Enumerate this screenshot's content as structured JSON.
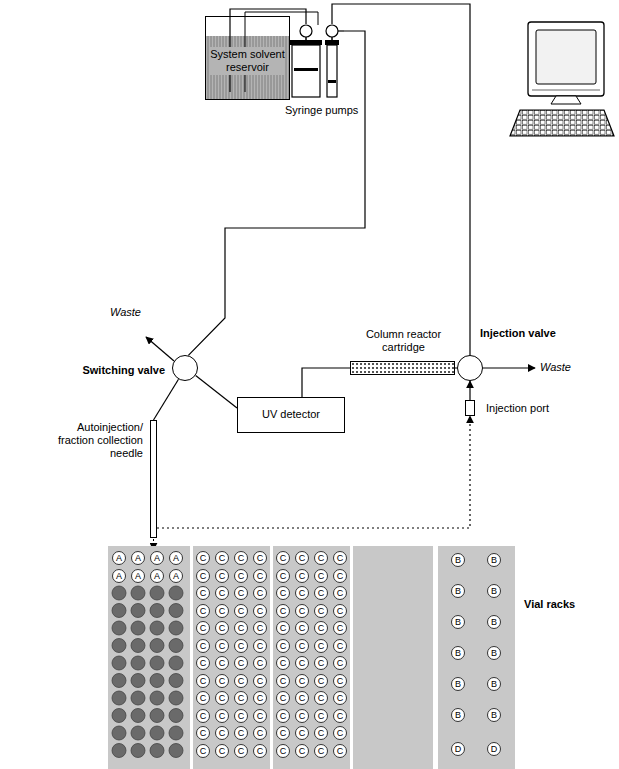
{
  "diagram": {
    "nodes": [
      {
        "text": [
          "System solvent reservoir"
        ]
      },
      {
        "text": [
          "Syringe pumps"
        ]
      },
      {
        "text": [
          "Switching valve"
        ]
      },
      {
        "text": [
          "UV detector"
        ]
      },
      {
        "text": [
          "Column reactor cartridge"
        ]
      },
      {
        "text": [
          "Injection valve"
        ]
      },
      {
        "text": [
          "Injection port"
        ]
      },
      {
        "text": [
          "Autoinjection/ fraction collection needle"
        ]
      },
      {
        "text": [
          "A"
        ]
      },
      {
        "text": [
          "A"
        ]
      },
      {
        "text": [
          "A"
        ]
      },
      {
        "text": [
          "A"
        ]
      },
      {
        "text": [
          "A"
        ]
      },
      {
        "text": [
          "A"
        ]
      },
      {
        "text": [
          "A"
        ]
      },
      {
        "text": [
          "A"
        ]
      },
      {
        "text": [
          "C"
        ]
      },
      {
        "text": [
          "C"
        ]
      },
      {
        "text": [
          "C"
        ]
      },
      {
        "text": [
          "C"
        ]
      },
      {
        "text": [
          "C"
        ]
      },
      {
        "text": [
          "C"
        ]
      },
      {
        "text": [
          "C"
        ]
      },
      {
        "text": [
          "C"
        ]
      },
      {
        "text": [
          "C"
        ]
      },
      {
        "text": [
          "C"
        ]
      },
      {
        "text": [
          "C"
        ]
      },
      {
        "text": [
          "C"
        ]
      },
      {
        "text": [
          "C"
        ]
      },
      {
        "text": [
          "C"
        ]
      },
      {
        "text": [
          "C"
        ]
      },
      {
        "text": [
          "C"
        ]
      },
      {
        "text": [
          "C"
        ]
      },
      {
        "text": [
          "C"
        ]
      },
      {
        "text": [
          "C"
        ]
      },
      {
        "text": [
          "C"
        ]
      },
      {
        "text": [
          "C"
        ]
      },
      {
        "text": [
          "C"
        ]
      },
      {
        "text": [
          "C"
        ]
      },
      {
        "text": [
          "C"
        ]
      },
      {
        "text": [
          "C"
        ]
      },
      {
        "text": [
          "C"
        ]
      },
      {
        "text": [
          "C"
        ]
      },
      {
        "text": [
          "C"
        ]
      },
      {
        "text": [
          "C"
        ]
      },
      {
        "text": [
          "C"
        ]
      },
      {
        "text": [
          "C"
        ]
      },
      {
        "text": [
          "C"
        ]
      },
      {
        "text": [
          "C"
        ]
      },
      {
        "text": [
          "C"
        ]
      },
      {
        "text": [
          "C"
        ]
      },
      {
        "text": [
          "C"
        ]
      },
      {
        "text": [
          "C"
        ]
      },
      {
        "text": [
          "C"
        ]
      },
      {
        "text": [
          "C"
        ]
      },
      {
        "text": [
          "C"
        ]
      },
      {
        "text": [
          "C"
        ]
      },
      {
        "text": [
          "C"
        ]
      },
      {
        "text": [
          "C"
        ]
      },
      {
        "text": [
          "C"
        ]
      },
      {
        "text": [
          "C"
        ]
      },
      {
        "text": [
          "C"
        ]
      },
      {
        "text": [
          "C"
        ]
      },
      {
        "text": [
          "C"
        ]
      },
      {
        "text": [
          "C"
        ]
      },
      {
        "text": [
          "C"
        ]
      },
      {
        "text": [
          "C"
        ]
      },
      {
        "text": [
          "C"
        ]
      },
      {
        "text": [
          "C"
        ]
      },
      {
        "text": [
          "C"
        ]
      },
      {
        "text": [
          "C"
        ]
      },
      {
        "text": [
          "C"
        ]
      },
      {
        "text": [
          "C"
        ]
      },
      {
        "text": [
          "C"
        ]
      },
      {
        "text": [
          "C"
        ]
      },
      {
        "text": [
          "C"
        ]
      },
      {
        "text": [
          "C"
        ]
      },
      {
        "text": [
          "C"
        ]
      },
      {
        "text": [
          "C"
        ]
      },
      {
        "text": [
          "C"
        ]
      },
      {
        "text": [
          "C"
        ]
      },
      {
        "text": [
          "C"
        ]
      },
      {
        "text": [
          "C"
        ]
      },
      {
        "text": [
          "C"
        ]
      },
      {
        "text": [
          "C"
        ]
      },
      {
        "text": [
          "C"
        ]
      },
      {
        "text": [
          "C"
        ]
      },
      {
        "text": [
          "C"
        ]
      },
      {
        "text": [
          "C"
        ]
      },
      {
        "text": [
          "C"
        ]
      },
      {
        "text": [
          "C"
        ]
      },
      {
        "text": [
          "C"
        ]
      },
      {
        "text": [
          "C"
        ]
      },
      {
        "text": [
          "C"
        ]
      },
      {
        "text": [
          "C"
        ]
      },
      {
        "text": [
          "C"
        ]
      },
      {
        "text": [
          "C"
        ]
      },
      {
        "text": [
          "C"
        ]
      },
      {
        "text": [
          "C"
        ]
      },
      {
        "text": [
          "C"
        ]
      },
      {
        "text": [
          "C"
        ]
      },
      {
        "text": [
          "C"
        ]
      },
      {
        "text": [
          "C"
        ]
      },
      {
        "text": [
          "C"
        ]
      },
      {
        "text": [
          "C"
        ]
      },
      {
        "text": [
          "C"
        ]
      },
      {
        "text": [
          "C"
        ]
      },
      {
        "text": [
          "C"
        ]
      },
      {
        "text": [
          "C"
        ]
      },
      {
        "text": [
          "C"
        ]
      },
      {
        "text": [
          "C"
        ]
      },
      {
        "text": [
          "C"
        ]
      },
      {
        "text": [
          "B"
        ]
      },
      {
        "text": [
          "B"
        ]
      },
      {
        "text": [
          "B"
        ]
      },
      {
        "text": [
          "B"
        ]
      },
      {
        "text": [
          "B"
        ]
      },
      {
        "text": [
          "B"
        ]
      },
      {
        "text": [
          "B"
        ]
      },
      {
        "text": [
          "B"
        ]
      },
      {
        "text": [
          "B"
        ]
      },
      {
        "text": [
          "B"
        ]
      },
      {
        "text": [
          "B"
        ]
      },
      {
        "text": [
          "B"
        ]
      },
      {
        "text": [
          "D"
        ]
      },
      {
        "text": [
          "D"
        ]
      }
    ],
    "edges": [
      {
        "from": 0,
        "to": 1,
        "arrow": "none"
      },
      {
        "from": 1,
        "to": 2,
        "arrow": "none"
      },
      {
        "from": 1,
        "to": 5,
        "arrow": "none"
      },
      {
        "from": 2,
        "to": 3,
        "arrow": "none"
      },
      {
        "from": 3,
        "to": 4,
        "arrow": "none"
      },
      {
        "from": 4,
        "to": 5,
        "arrow": "none"
      },
      {
        "from": 2,
        "to": 7,
        "arrow": "none"
      },
      {
        "from": 7,
        "to": 6,
        "arrow": "to"
      },
      {
        "from": 6,
        "to": 5,
        "arrow": "to"
      }
    ],
    "labels": [
      "Waste",
      "Waste",
      "Vial racks"
    ]
  }
}
